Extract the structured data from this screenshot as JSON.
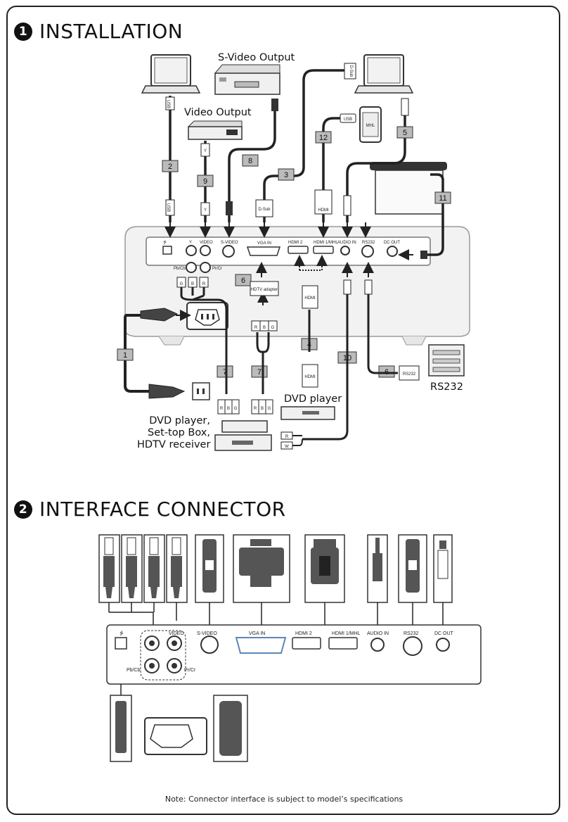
{
  "sections": {
    "installation": {
      "number": "1",
      "title": "INSTALLATION"
    },
    "interface": {
      "number": "2",
      "title": "INTERFACE CONNECTOR"
    }
  },
  "devices": {
    "svideo_output": "S-Video Output",
    "video_output": "Video Output",
    "dvd_player": "DVD player",
    "dvd_settop_line1": "DVD player,",
    "dvd_settop_line2": "Set-top Box,",
    "dvd_settop_line3": "HDTV receiver",
    "rs232": "RS232",
    "phone": "MHL"
  },
  "cable_numbers": [
    "1",
    "2",
    "3",
    "4",
    "5",
    "6",
    "6",
    "7",
    "7",
    "8",
    "9",
    "10",
    "11",
    "12"
  ],
  "connector_labels": {
    "usb": "USB",
    "dsub": "D-Sub",
    "hdmi": "HDMI",
    "hdtv_adapter": "HDTV adapter",
    "rs232": "RS232",
    "y": "Y",
    "r": "R",
    "b": "B",
    "g": "G",
    "w": "W"
  },
  "panel_ports": {
    "usb_symbol": "⭍",
    "y": "Y",
    "video": "VIDEO",
    "svideo": "S-VIDEO",
    "vga_in": "VGA IN",
    "hdmi2": "HDMI 2",
    "hdmi1_mhl": "HDMI 1/MHL",
    "audio_in": "AUDIO IN",
    "rs232": "RS232",
    "dc_out": "DC OUT",
    "pb_cb": "Pb/Cb",
    "pr_cr": "Pr/Cr"
  },
  "note": "Note: Connector interface is subject to model’s specifications"
}
